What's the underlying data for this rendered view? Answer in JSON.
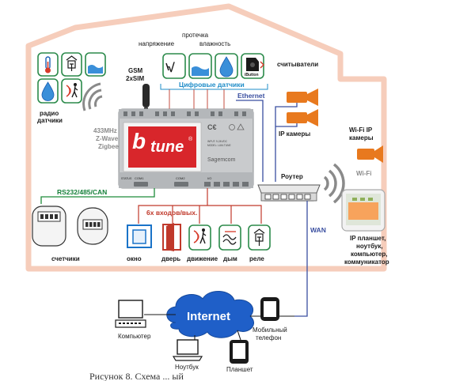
{
  "labels": {
    "voltage": "напряжение",
    "leak": "протечка",
    "humidity": "влажность",
    "readers": "считыватели",
    "ibutton": "iButton",
    "digital_sensors": "Цифровые датчики",
    "gsm_line1": "GSM",
    "gsm_line2": "2xSIM",
    "radio_line1": "радио",
    "radio_line2": "датчики",
    "radio_std1": "433MHz",
    "radio_std2": "Z-Wave",
    "radio_std3": "Zigbee",
    "ethernet": "Ethernet",
    "ip_cameras": "IP камеры",
    "wifi_cam_line1": "Wi-Fi IP",
    "wifi_cam_line2": "камеры",
    "wifi": "Wi-Fi",
    "router": "Роутер",
    "wan": "WAN",
    "rs": "RS232/485/CAN",
    "meters": "счетчики",
    "io": "6х входов/вых.",
    "window": "окно",
    "door": "дверь",
    "motion": "движение",
    "smoke": "дым",
    "relay": "реле",
    "tablet_line1": "IP планшет,",
    "tablet_line2": "ноутбук,",
    "tablet_line3": "компьютер,",
    "tablet_line4": "коммуникатор",
    "brand": "tune",
    "device_maker": "Sagemcom",
    "device_fine1": "INPUT: 9-24V/DC",
    "device_fine2": "MODEL: LUM-TUNE",
    "port_com1": "COM1",
    "port_com2": "COM2",
    "port_status": "STATUS",
    "port_io": "I/O",
    "internet": "Internet",
    "computer": "Компьютер",
    "laptop": "Ноутбук",
    "tablet": "Планшет",
    "phone_line1": "Мобильный",
    "phone_line2": "телефон",
    "caption": "Рисунок 8. Схема ...                          ый"
  },
  "colors": {
    "house_outline": "#f6cdbb",
    "sensor_green": "#2b8a4a",
    "camera_orange": "#e8791e",
    "line_blue": "#3a4fa0",
    "line_red": "#c0392b",
    "line_green": "#1e8c3a",
    "brand_red": "#d8262b",
    "internet_blue": "#1f5fc8"
  },
  "icons": [
    "thermometer-icon",
    "relay-icon",
    "water-level-icon",
    "water-drop-icon",
    "motion-sensor-icon",
    "voltage-icon",
    "ibutton-reader-icon",
    "gsm-antenna-icon",
    "wireless-waves-icon",
    "ip-camera-icon",
    "router-icon",
    "meter-icon",
    "window-icon",
    "door-icon",
    "smoke-icon",
    "computer-icon",
    "laptop-icon",
    "tablet-icon",
    "phone-icon"
  ]
}
